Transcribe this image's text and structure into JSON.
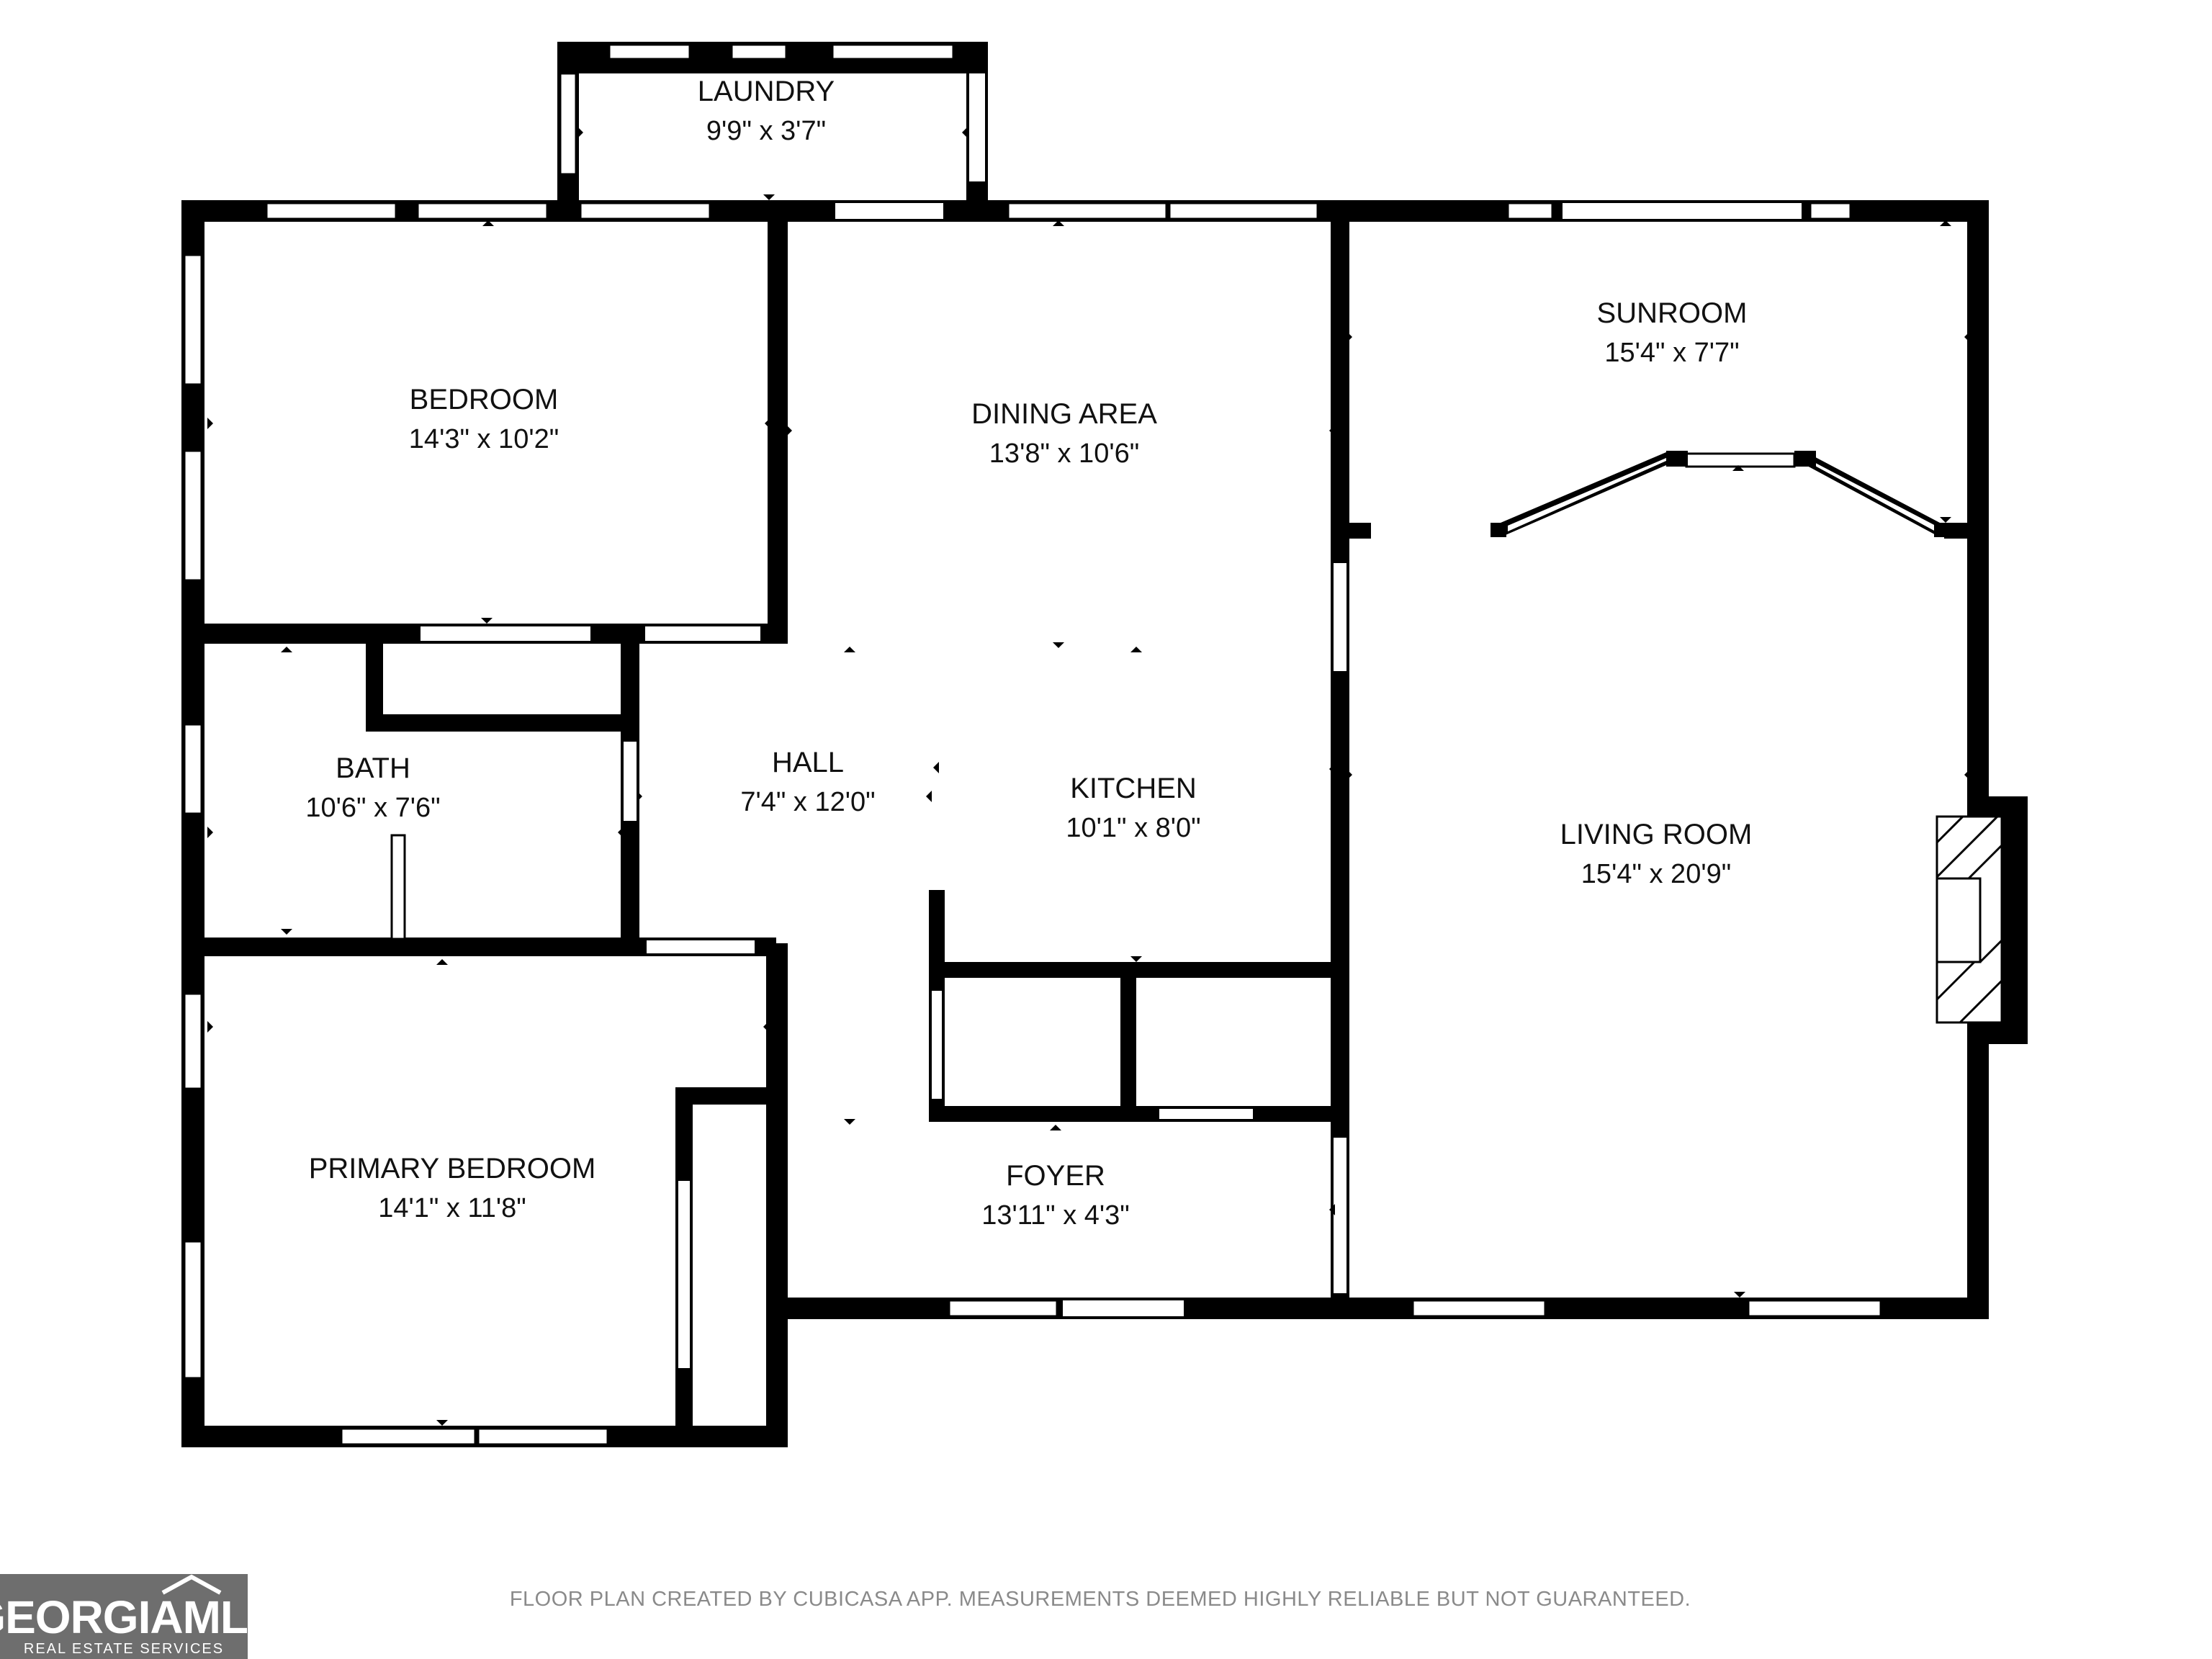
{
  "rooms": {
    "laundry": {
      "name": "LAUNDRY",
      "dim": "9'9\" x 3'7\""
    },
    "bedroom": {
      "name": "BEDROOM",
      "dim": "14'3\" x 10'2\""
    },
    "dining": {
      "name": "DINING AREA",
      "dim": "13'8\" x 10'6\""
    },
    "sunroom": {
      "name": "SUNROOM",
      "dim": "15'4\" x 7'7\""
    },
    "bath": {
      "name": "BATH",
      "dim": "10'6\" x 7'6\""
    },
    "hall": {
      "name": "HALL",
      "dim": "7'4\" x 12'0\""
    },
    "kitchen": {
      "name": "KITCHEN",
      "dim": "10'1\" x 8'0\""
    },
    "living": {
      "name": "LIVING ROOM",
      "dim": "15'4\" x 20'9\""
    },
    "primary": {
      "name": "PRIMARY BEDROOM",
      "dim": "14'1\" x 11'8\""
    },
    "foyer": {
      "name": "FOYER",
      "dim": "13'11\" x 4'3\""
    }
  },
  "footer": {
    "disclaimer": "FLOOR PLAN CREATED BY CUBICASA APP. MEASUREMENTS DEEMED HIGHLY RELIABLE BUT NOT GUARANTEED."
  },
  "logo": {
    "brand": "GEORGIAMLS",
    "tagline": "REAL ESTATE SERVICES"
  },
  "colors": {
    "wall": "#000000",
    "background": "#ffffff",
    "disclaimer": "#8a8a8a",
    "logo_bg": "#6e6e6e"
  }
}
